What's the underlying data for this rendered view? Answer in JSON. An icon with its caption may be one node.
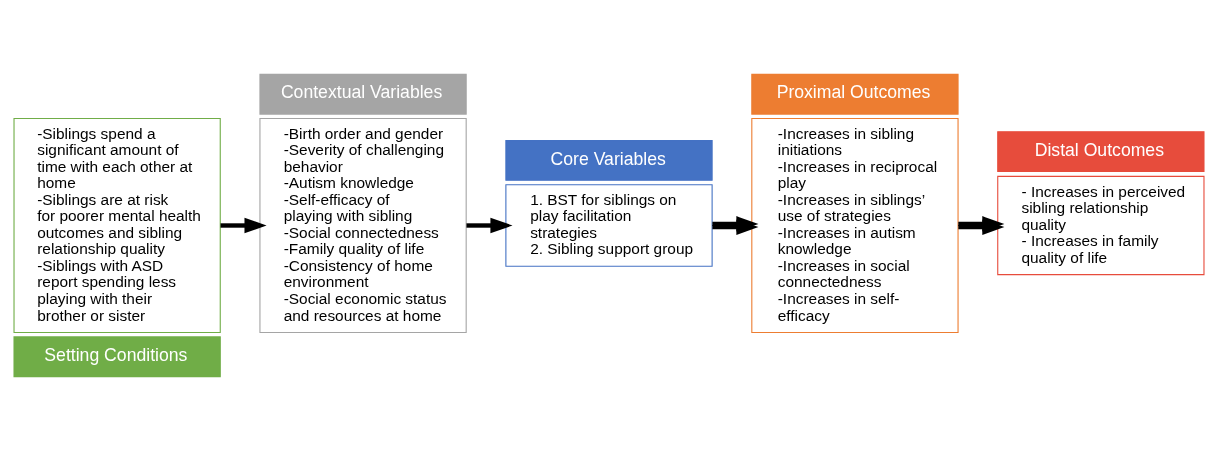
{
  "diagram": {
    "nodes": [
      {
        "text": [
          "Setting Conditions"
        ]
      },
      {
        "text": [
          "-Siblings spend a significant amount of time with each other at home",
          "-Siblings are at risk for poorer mental health outcomes and sibling relationship quality",
          "-Siblings with ASD report spending less playing with their brother or sister"
        ]
      },
      {
        "text": [
          "Contextual Variables"
        ]
      },
      {
        "text": [
          "-Birth order and gender",
          "-Severity of challenging behavior",
          "-Autism knowledge",
          "-Self-efficacy of playing with sibling",
          "-Social connectedness",
          "-Family quality of life",
          "-Consistency of home environment",
          "-Social economic status and resources at home"
        ]
      },
      {
        "text": [
          "Core Variables"
        ]
      },
      {
        "text": [
          "1. BST for siblings on play facilitation strategies",
          "2. Sibling support group"
        ]
      },
      {
        "text": [
          "Proximal Outcomes"
        ]
      },
      {
        "text": [
          "-Increases in sibling initiations",
          "-Increases in reciprocal play",
          "-Increases in siblings’ use of strategies",
          "-Increases in autism knowledge",
          "-Increases in social connectedness",
          "-Increases in self-efficacy"
        ]
      },
      {
        "text": [
          "Distal Outcomes"
        ]
      },
      {
        "text": [
          "- Increases in perceived sibling relationship quality",
          "- Increases in family quality of life"
        ]
      }
    ],
    "edges": [
      {
        "from": 1,
        "to": 3,
        "arrow": "to"
      },
      {
        "from": 3,
        "to": 5,
        "arrow": "to"
      },
      {
        "from": 5,
        "to": 7,
        "arrow": "to"
      },
      {
        "from": 5,
        "to": 7,
        "arrow": "to"
      },
      {
        "from": 7,
        "to": 9,
        "arrow": "to"
      },
      {
        "from": 7,
        "to": 9,
        "arrow": "to"
      }
    ]
  }
}
